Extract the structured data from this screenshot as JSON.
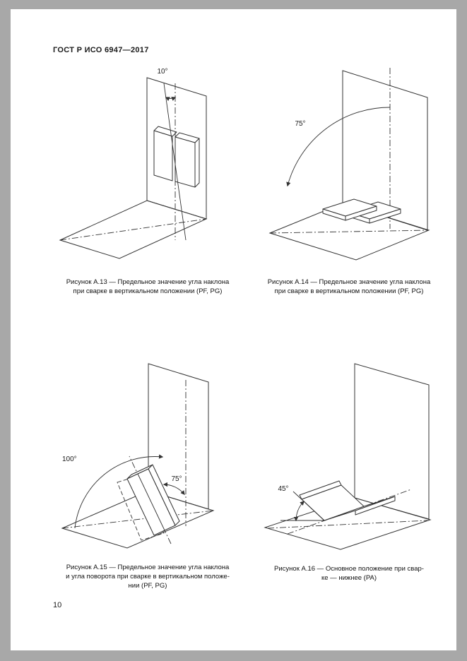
{
  "colors": {
    "canvas_background": "#a8a8a8",
    "page_background": "#ffffff",
    "line_color": "#333333"
  },
  "document": {
    "header": "ГОСТ Р ИСО 6947—2017",
    "page_number": "10"
  },
  "figures": [
    {
      "angle_labels": [
        "10°"
      ],
      "caption_lines": [
        "Рисунок А.13 — Предельное значение угла наклона",
        "при сварке в вертикальном положении (PF, PG)"
      ]
    },
    {
      "angle_labels": [
        "75°"
      ],
      "caption_lines": [
        "Рисунок А.14 — Предельное значение угла наклона",
        "при сварке в вертикальном положении (PF, PG)"
      ]
    },
    {
      "angle_labels": [
        "100°",
        "75°"
      ],
      "caption_lines": [
        "Рисунок А.15 — Предельное значение угла наклона",
        "и угла поворота при сварке в вертикальном положе-",
        "нии (PF, PG)"
      ]
    },
    {
      "angle_labels": [
        "45°"
      ],
      "caption_lines": [
        "Рисунок А.16 — Основное положение при свар-",
        "ке — нижнее (PA)"
      ]
    }
  ]
}
